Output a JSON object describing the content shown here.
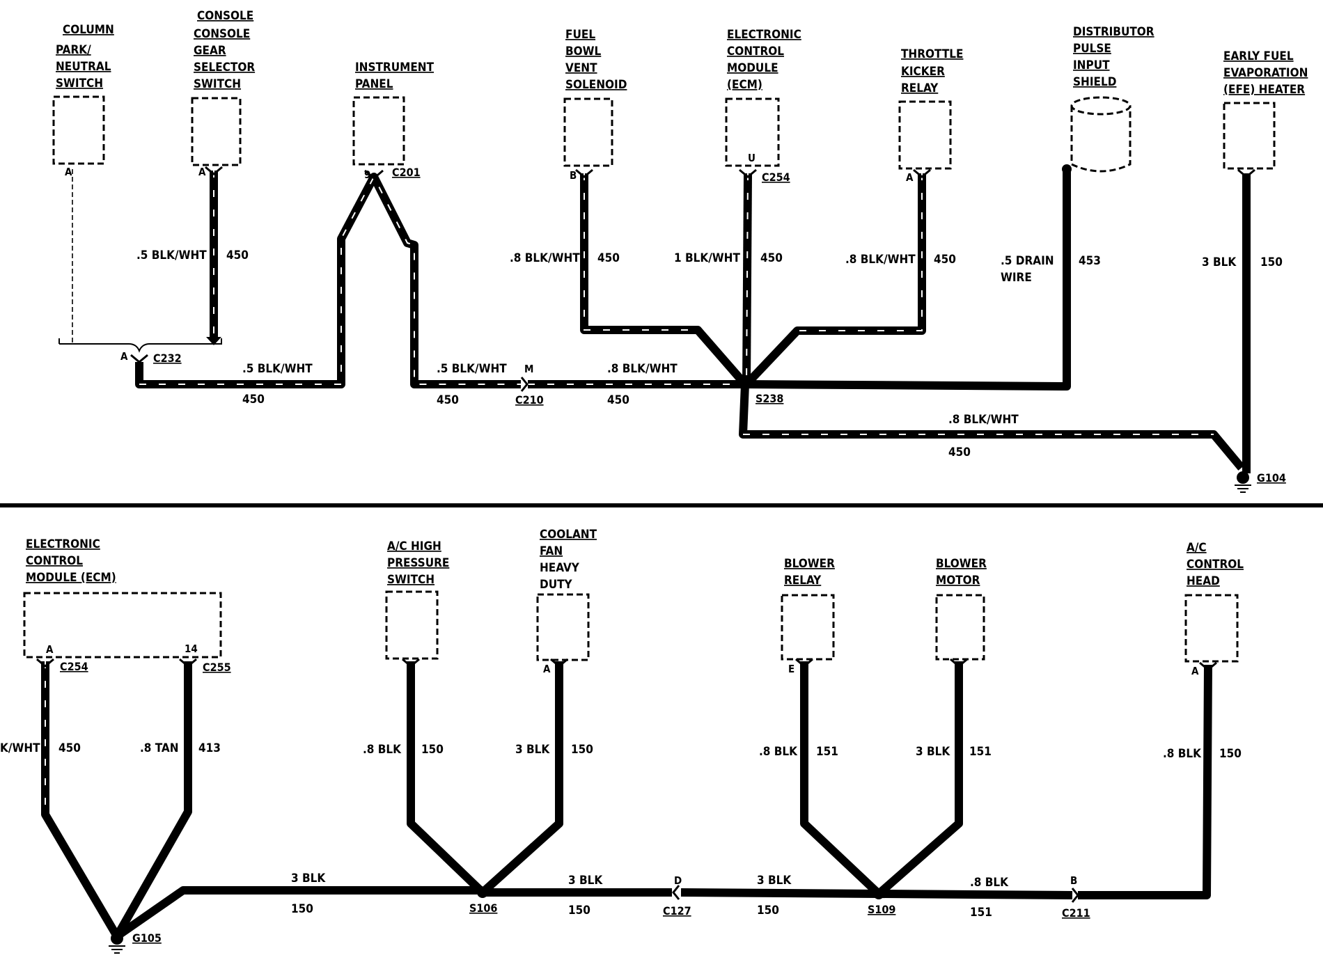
{
  "components": {
    "park_neutral": {
      "lines": [
        "COLUMN",
        "PARK/",
        "NEUTRAL",
        "SWITCH"
      ],
      "pin": "A"
    },
    "console_gear": {
      "lines": [
        "CONSOLE",
        "CONSOLE",
        "GEAR",
        "SELECTOR",
        "SWITCH"
      ],
      "pin": "A"
    },
    "instrument_panel": {
      "lines": [
        "INSTRUMENT",
        "PANEL"
      ],
      "pin": "9",
      "connector": "C201"
    },
    "fuel_bowl": {
      "lines": [
        "FUEL",
        "BOWL",
        "VENT",
        "SOLENOID"
      ],
      "pin": "B"
    },
    "ecm_top": {
      "lines": [
        "ELECTRONIC",
        "CONTROL",
        "MODULE",
        "(ECM)"
      ],
      "pin": "U",
      "connector": "C254"
    },
    "throttle_kicker": {
      "lines": [
        "THROTTLE",
        "KICKER",
        "RELAY"
      ],
      "pin": "A"
    },
    "distributor_shield": {
      "lines": [
        "DISTRIBUTOR",
        "PULSE",
        "INPUT",
        "SHIELD"
      ]
    },
    "efe_heater": {
      "lines": [
        "EARLY FUEL",
        "EVAPORATION",
        "(EFE) HEATER"
      ]
    },
    "ecm_bottom": {
      "lines": [
        "ELECTRONIC",
        "CONTROL",
        "MODULE (ECM)"
      ],
      "pin_a": "A",
      "pin_14": "14",
      "connector_a": "C254",
      "connector_14": "C255"
    },
    "ac_pressure": {
      "lines": [
        "A/C HIGH",
        "PRESSURE",
        "SWITCH"
      ]
    },
    "coolant_fan": {
      "lines": [
        "COOLANT",
        "FAN",
        "HEAVY",
        "DUTY"
      ],
      "pin": "A"
    },
    "blower_relay": {
      "lines": [
        "BLOWER",
        "RELAY"
      ],
      "pin": "E"
    },
    "blower_motor": {
      "lines": [
        "BLOWER",
        "MOTOR"
      ]
    },
    "ac_control_head": {
      "lines": [
        "A/C",
        "CONTROL",
        "HEAD"
      ],
      "pin": "A"
    }
  },
  "connectors": {
    "c232": {
      "pin": "A",
      "name": "C232"
    },
    "c210": {
      "pin": "M",
      "name": "C210"
    },
    "c127": {
      "pin": "D",
      "name": "C127"
    },
    "c211": {
      "pin": "B",
      "name": "C211"
    }
  },
  "splices": {
    "s238": "S238",
    "s106": "S106",
    "s109": "S109"
  },
  "grounds": {
    "g104": "G104",
    "g105": "G105"
  },
  "wires": {
    "console_gear": {
      "gauge": ".5 BLK/WHT",
      "circuit": "450"
    },
    "c232_to_ip": {
      "gauge": ".5 BLK/WHT",
      "circuit": "450"
    },
    "ip_to_c210": {
      "gauge": ".5 BLK/WHT",
      "circuit": "450"
    },
    "c210_to_s238": {
      "gauge": ".8 BLK/WHT",
      "circuit": "450"
    },
    "fuel_bowl": {
      "gauge": ".8 BLK/WHT",
      "circuit": "450"
    },
    "ecm_top": {
      "gauge": "1 BLK/WHT",
      "circuit": "450"
    },
    "throttle_kicker": {
      "gauge": ".8 BLK/WHT",
      "circuit": "450"
    },
    "distributor": {
      "gauge": ".5 DRAIN",
      "gauge2": "WIRE",
      "circuit": "453"
    },
    "efe": {
      "gauge": "3 BLK",
      "circuit": "150"
    },
    "s238_to_g104": {
      "gauge": ".8 BLK/WHT",
      "circuit": "450"
    },
    "ecm_a": {
      "gauge": "K/WHT",
      "circuit": "450"
    },
    "ecm_14": {
      "gauge": ".8 TAN",
      "circuit": "413"
    },
    "g105_to_s106": {
      "gauge": "3 BLK",
      "circuit": "150"
    },
    "ac_pressure": {
      "gauge": ".8 BLK",
      "circuit": "150"
    },
    "coolant_fan": {
      "gauge": "3 BLK",
      "circuit": "150"
    },
    "s106_to_c127": {
      "gauge": "3 BLK",
      "circuit": "150"
    },
    "c127_to_s109": {
      "gauge": "3 BLK",
      "circuit": "150"
    },
    "blower_relay": {
      "gauge": ".8 BLK",
      "circuit": "151"
    },
    "blower_motor": {
      "gauge": "3 BLK",
      "circuit": "151"
    },
    "s109_to_c211": {
      "gauge": ".8 BLK",
      "circuit": "151"
    },
    "ac_head": {
      "gauge": ".8 BLK",
      "circuit": "150"
    }
  }
}
